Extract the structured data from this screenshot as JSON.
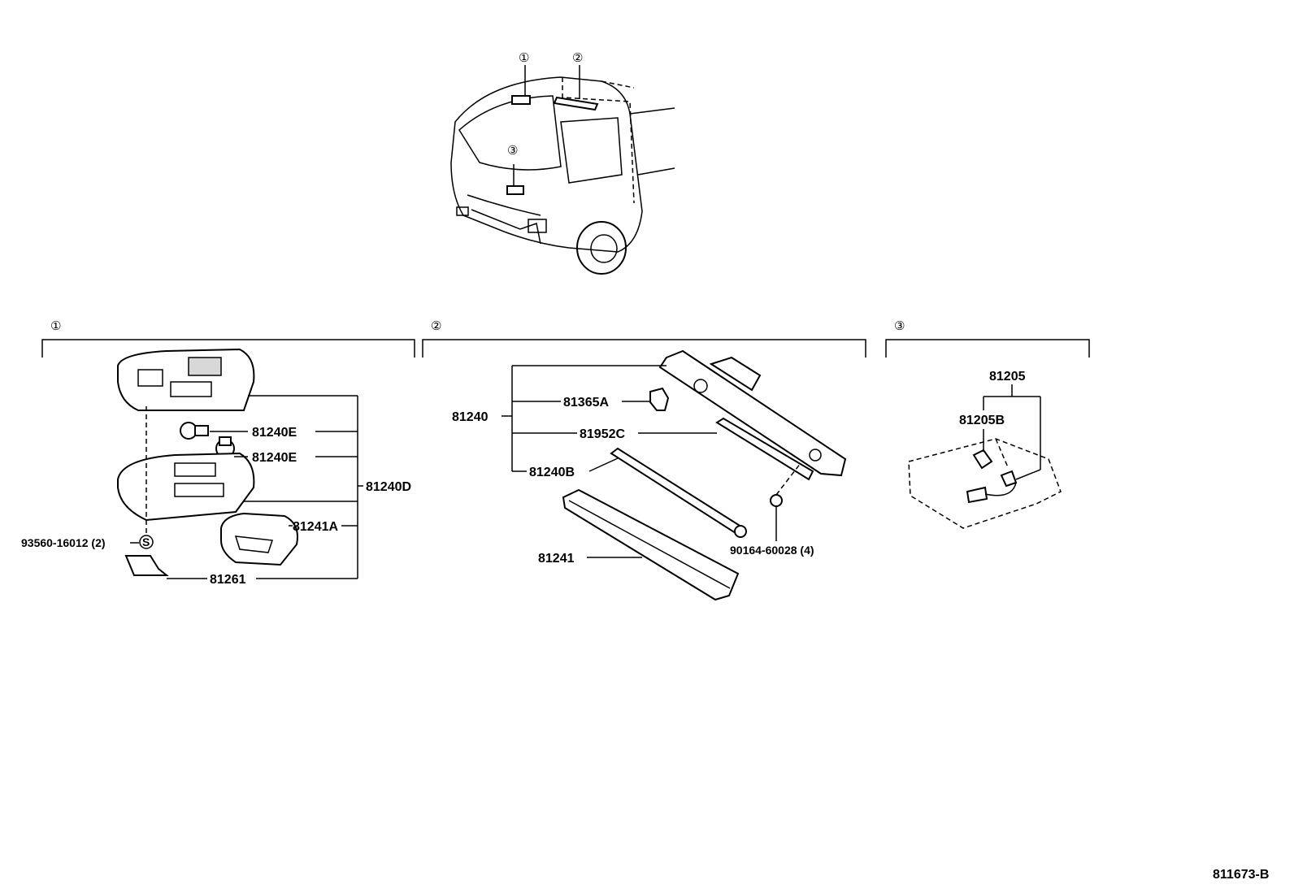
{
  "markers": [
    "①",
    "②",
    "③"
  ],
  "sections": [
    {
      "marker": "①",
      "labels": {
        "bulb_a": "81240E",
        "bulb_b": "81240E",
        "assembly": "81240D",
        "lens": "81241A",
        "screw": "93560-16012 (2)",
        "screw_symbol": "S",
        "clip": "81261"
      }
    },
    {
      "marker": "②",
      "labels": {
        "assembly": "81240",
        "switch": "81365A",
        "plate": "81952C",
        "tube": "81240B",
        "lens": "81241",
        "screw": "90164-60028 (4)"
      }
    },
    {
      "marker": "③",
      "labels": {
        "assembly": "81205",
        "bulb": "81205B"
      }
    }
  ],
  "drawing_number": "811673-B"
}
